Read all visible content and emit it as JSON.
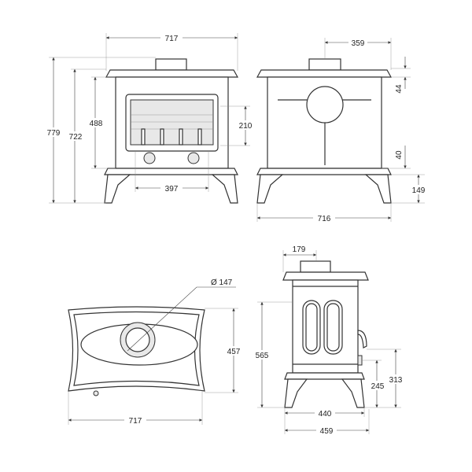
{
  "front_view": {
    "width": "717",
    "total_height": "779",
    "top_height": "722",
    "body_height": "488",
    "door_height": "210",
    "door_width": "397"
  },
  "side_view": {
    "flue_offset": "359",
    "top_offset": "44",
    "bottom_offset": "40",
    "leg_height": "149",
    "width": "716"
  },
  "top_view": {
    "flue_diameter": "Ø 147",
    "depth": "457",
    "width": "717"
  },
  "profile_view": {
    "flue_offset": "179",
    "height": "565",
    "leg_span": "440",
    "depth": "459",
    "lower_outlet": "245",
    "upper_outlet": "313"
  }
}
